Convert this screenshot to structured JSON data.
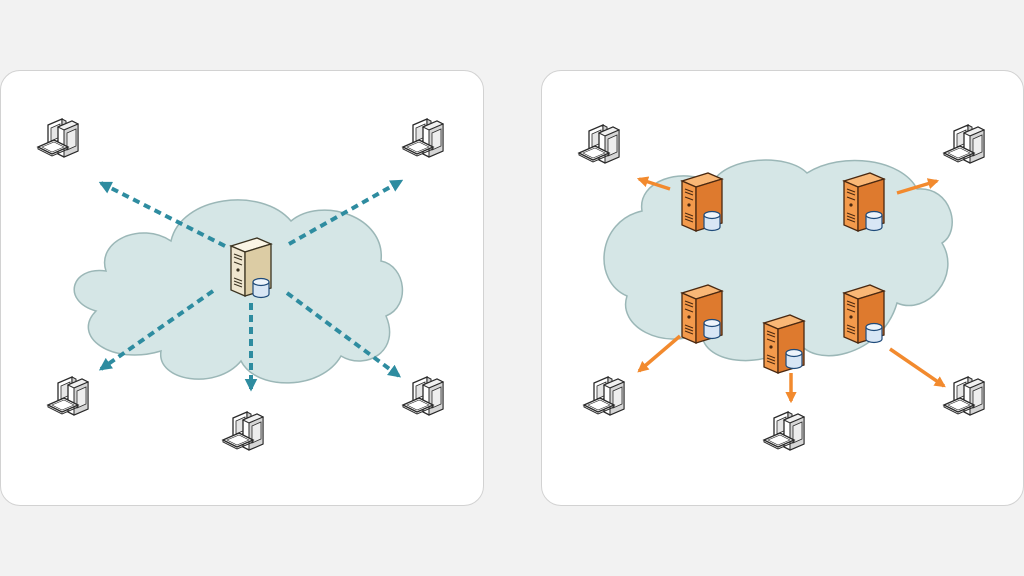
{
  "diagram": {
    "panels": [
      {
        "id": "centralized",
        "server_count": 1,
        "client_count": 5,
        "server_color": "#efe6cf",
        "link_color": "#2e8ca0",
        "link_style": "dashed"
      },
      {
        "id": "distributed",
        "server_count": 5,
        "client_count": 5,
        "server_color": "#f39a4c",
        "link_color": "#f28a2e",
        "link_style": "solid"
      }
    ],
    "colors": {
      "background": "#f2f2f2",
      "panel": "#ffffff",
      "cloud_fill": "#d5e6e6",
      "cloud_stroke": "#9bb7b7"
    },
    "icons": [
      "cloud-icon",
      "server-icon",
      "database-icon",
      "computer-icon"
    ]
  }
}
